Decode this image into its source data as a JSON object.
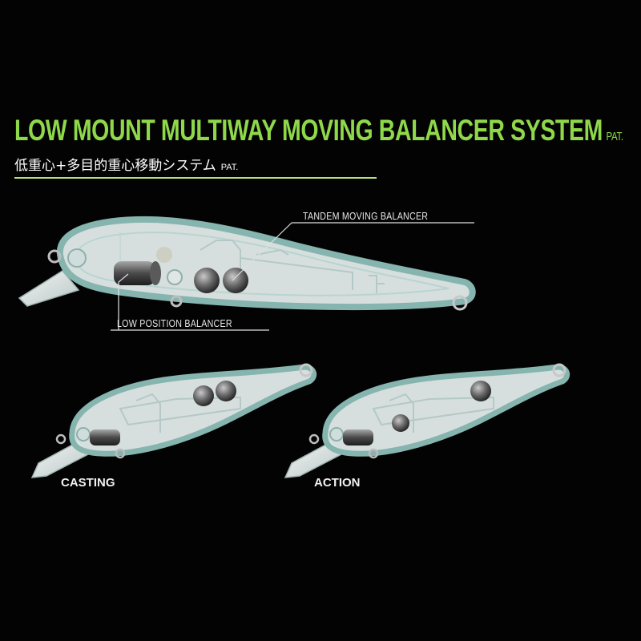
{
  "title": {
    "english": "LOW MOUNT MULTIWAY MOVING BALANCER SYSTEM",
    "english_pat": "PAT.",
    "japanese": "低重心+多目的重心移動システム",
    "japanese_pat": "PAT."
  },
  "callouts": {
    "tandem": "TANDEM MOVING BALANCER",
    "low_position": "LOW POSITION BALANCER"
  },
  "states": {
    "casting": "CASTING",
    "action": "ACTION"
  },
  "colors": {
    "title_green": "#8fd84a",
    "rule_green": "#b9e07a",
    "body_rim": "#9cc6c0",
    "body_fill": "#dfeceb"
  }
}
